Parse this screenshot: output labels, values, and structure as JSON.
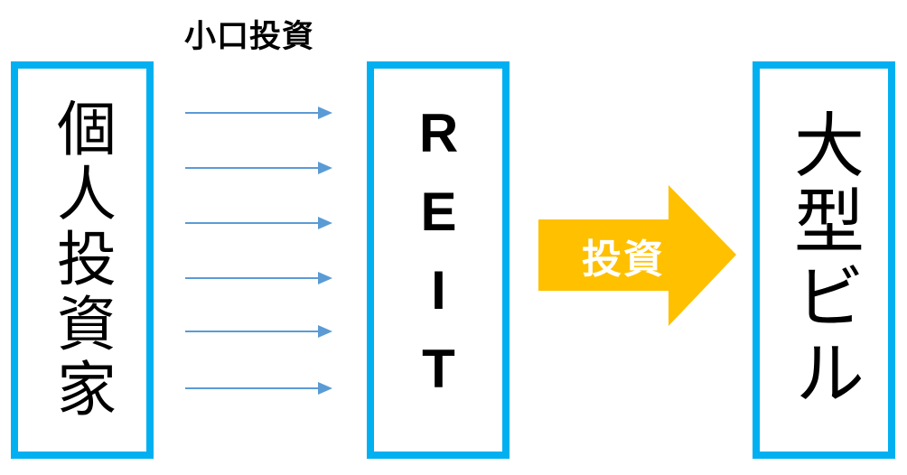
{
  "diagram": {
    "top_label": "小口投資",
    "boxes": [
      {
        "id": "individual-investors",
        "text": "個人投資家"
      },
      {
        "id": "reit",
        "text": "REIT"
      },
      {
        "id": "large-building",
        "text": "大型ビル"
      }
    ],
    "big_arrow": {
      "label": "投資",
      "color": "#FFC000",
      "label_color": "#FFFFFF"
    },
    "small_arrows": {
      "count": 6,
      "color": "#5B9BD5"
    },
    "colors": {
      "box_border": "#00B0F0",
      "text": "#000000",
      "background": "#FFFFFF"
    }
  }
}
